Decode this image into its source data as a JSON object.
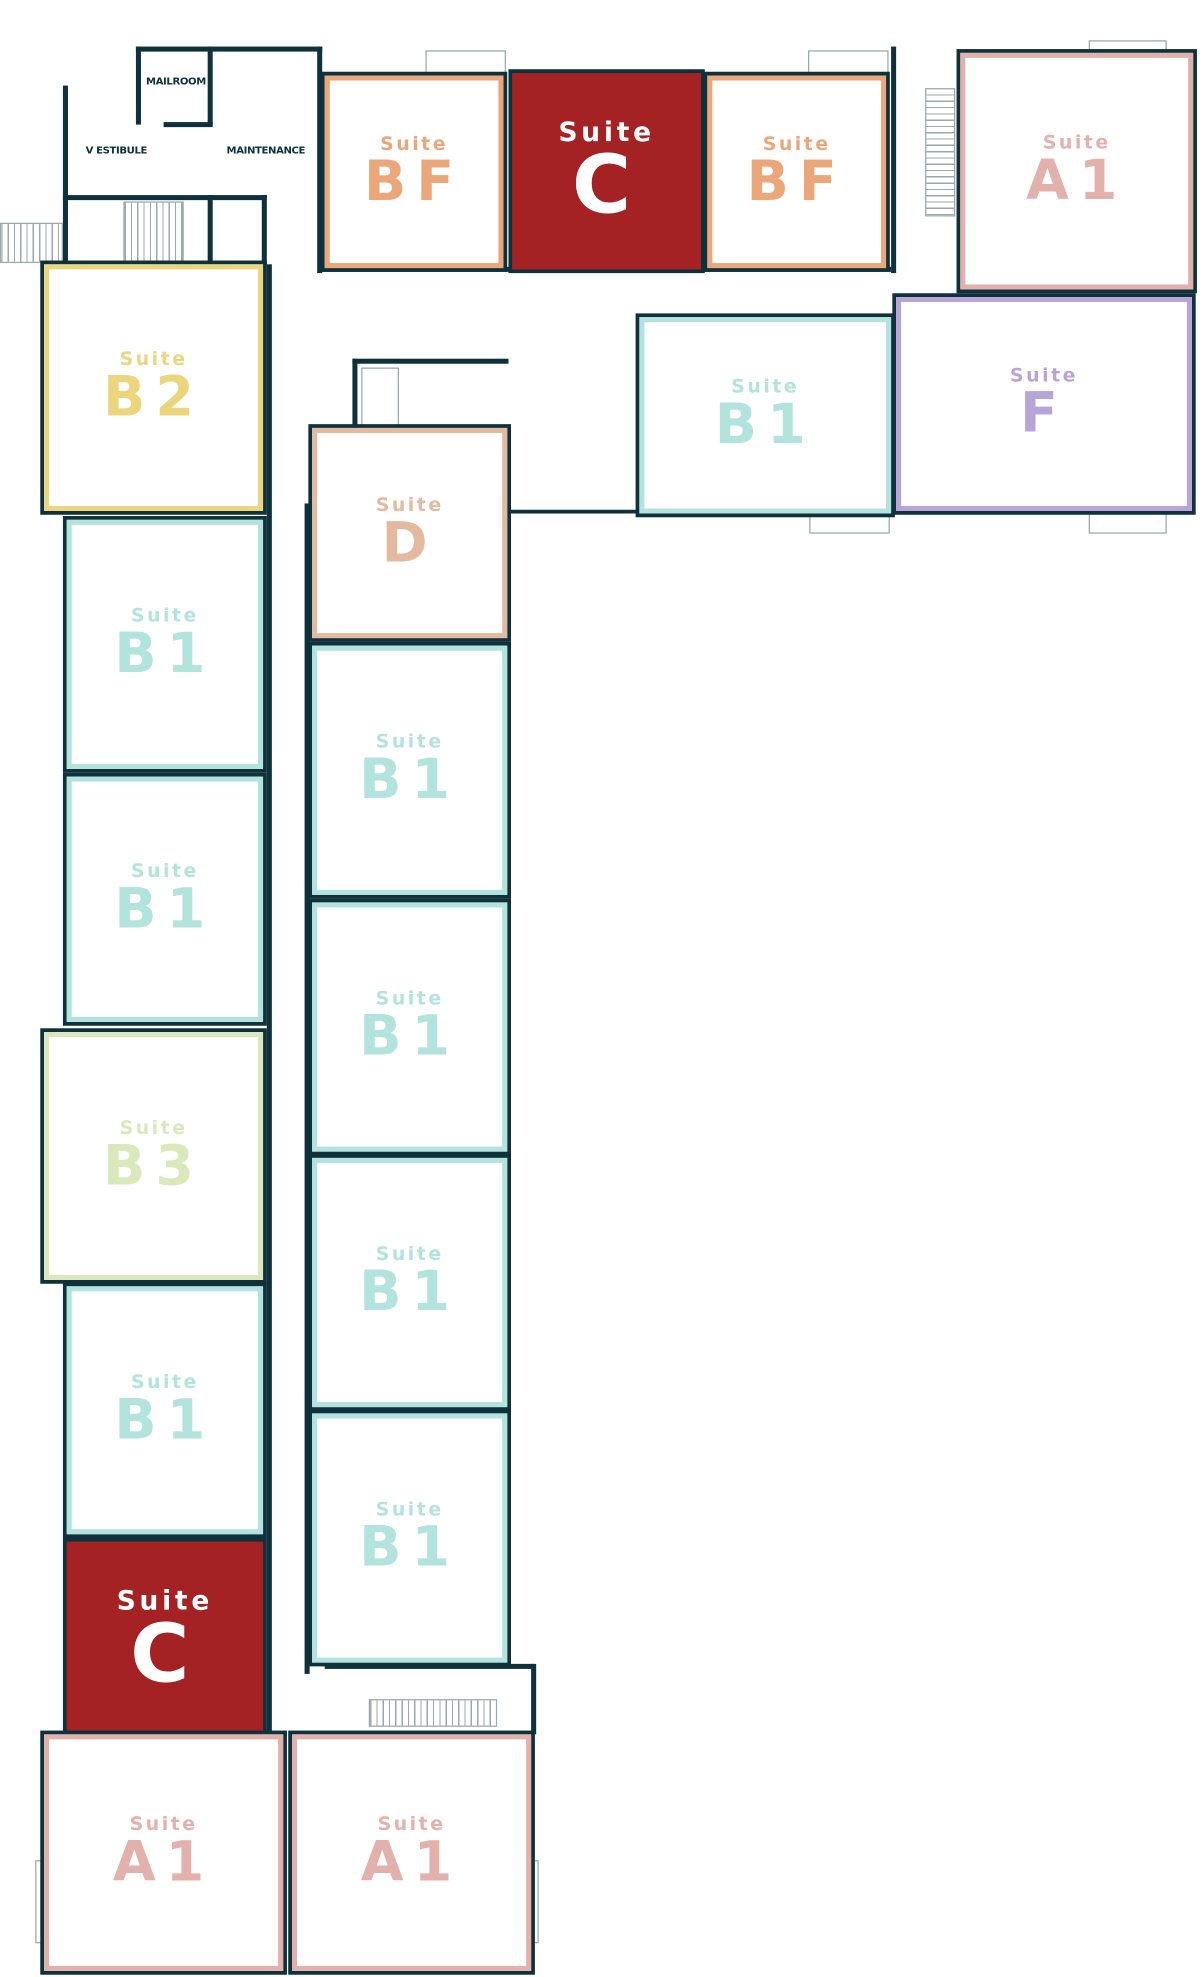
{
  "rooms": {
    "mailroom": "MAILROOM",
    "vestibule": "V ESTIBULE",
    "maintenance": "MAINTENANCE"
  },
  "suite_word": "Suite",
  "colors": {
    "wall": "#0f313c",
    "C": "#a52224",
    "BF": "#eba77a",
    "A1": "#e3b1ab",
    "B1": "#b3e3dd",
    "B2": "#ecd67d",
    "B3": "#dbe8bb",
    "D": "#e3b9a0",
    "F": "#b8a4d6"
  },
  "suites": [
    {
      "type": "BF"
    },
    {
      "type": "C"
    },
    {
      "type": "BF"
    },
    {
      "type": "A1"
    },
    {
      "type": "B2"
    },
    {
      "type": "B1"
    },
    {
      "type": "F"
    },
    {
      "type": "D"
    },
    {
      "type": "B1"
    },
    {
      "type": "B1"
    },
    {
      "type": "B3"
    },
    {
      "type": "B1"
    },
    {
      "type": "C"
    },
    {
      "type": "A1"
    },
    {
      "type": "A1"
    },
    {
      "type": "B1"
    },
    {
      "type": "B1"
    },
    {
      "type": "B1"
    },
    {
      "type": "B1"
    }
  ]
}
